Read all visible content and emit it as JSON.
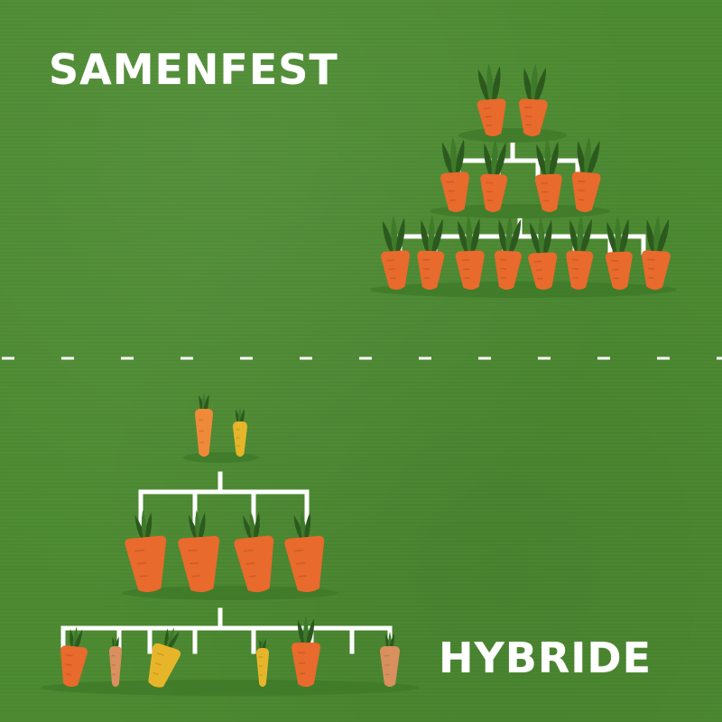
{
  "labels": {
    "top": "SAMENFEST",
    "bottom": "HYBRIDE"
  },
  "colors": {
    "background": "#4d8b32",
    "lines": "#ffffff",
    "carrot_orange": "#e86a2c",
    "carrot_orange_light": "#ef8a3a",
    "carrot_yellow": "#e7b52a",
    "carrot_pale": "#d9905e",
    "leaf_dark": "#2c5a1e",
    "leaf_light": "#3f7a2a",
    "soil": "#3f7a29"
  },
  "icons": {
    "carrot": "carrot-icon",
    "soil": "soil-mound"
  }
}
